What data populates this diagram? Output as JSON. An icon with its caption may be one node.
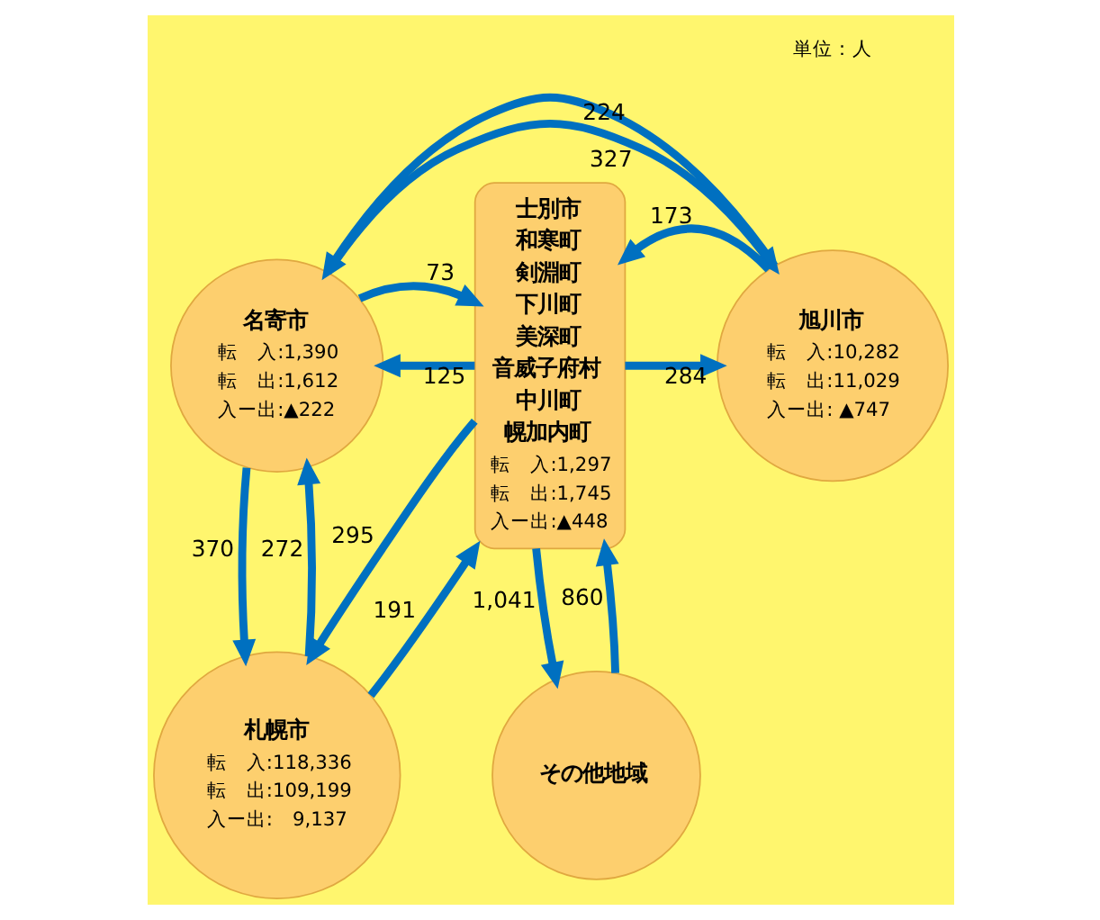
{
  "diagram": {
    "nodes": [
      {
        "text": [
          "名寄市",
          "転　入:1,390",
          "転　出:1,612",
          "入ー出:▲222"
        ]
      },
      {
        "text": [
          "士別市",
          "和寒町",
          "剣淵町",
          "下川町",
          "美深町",
          "音威子府村",
          "中川町",
          "幌加内町",
          "転　入:1,297",
          "転　出:1,745",
          "入ー出:▲448"
        ]
      },
      {
        "text": [
          "旭川市",
          "転　入:10,282",
          "転　出:11,029",
          "入ー出: ▲747"
        ]
      },
      {
        "text": [
          "札幌市",
          "転　入:118,336",
          "転　出:109,199",
          "入ー出:　9,137"
        ]
      },
      {
        "text": [
          "その他地域"
        ]
      }
    ],
    "edges": [
      {
        "from": 0,
        "to": 2,
        "arrow": "to",
        "label": "327"
      },
      {
        "from": 2,
        "to": 0,
        "arrow": "to",
        "label": "224"
      },
      {
        "from": 1,
        "to": 0,
        "arrow": "to",
        "label": "125"
      },
      {
        "from": 0,
        "to": 1,
        "arrow": "to",
        "label": "73"
      },
      {
        "from": 1,
        "to": 2,
        "arrow": "to",
        "label": "284"
      },
      {
        "from": 2,
        "to": 1,
        "arrow": "to",
        "label": "173"
      },
      {
        "from": 0,
        "to": 3,
        "arrow": "to",
        "label": "370"
      },
      {
        "from": 3,
        "to": 0,
        "arrow": "to",
        "label": "272"
      },
      {
        "from": 1,
        "to": 3,
        "arrow": "to",
        "label": "295"
      },
      {
        "from": 3,
        "to": 1,
        "arrow": "to",
        "label": "191"
      },
      {
        "from": 1,
        "to": 4,
        "arrow": "to",
        "label": "1,041"
      },
      {
        "from": 4,
        "to": 1,
        "arrow": "to",
        "label": "860"
      }
    ],
    "labels": [
      "単位：人"
    ]
  }
}
